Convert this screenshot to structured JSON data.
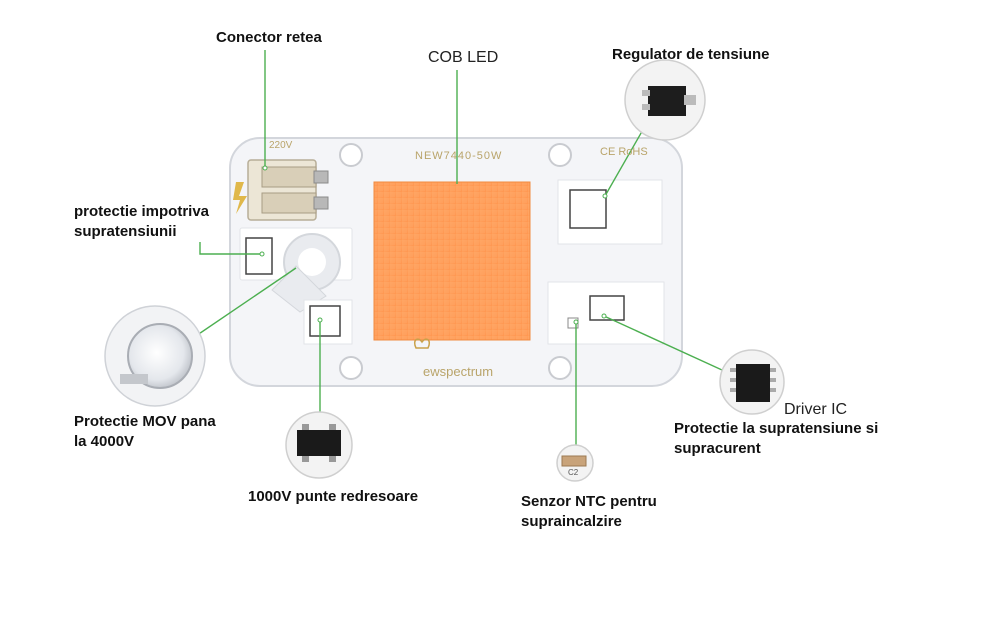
{
  "labels": {
    "conector_retea": "Conector retea",
    "cob_led": "COB LED",
    "regulator": "Regulator de tensiune",
    "protectie_supratensiune": [
      "protectie impotriva",
      "supratensiunii"
    ],
    "protectie_mov": [
      "Protectie MOV pana",
      "la 4000V"
    ],
    "punte": "1000V punte redresoare",
    "senzor_ntc": [
      "Senzor NTC pentru",
      "supraincalzire"
    ],
    "driver_ic": "Driver IC",
    "protectie_supracurent": [
      "Protectie la supratensiune si",
      "supracurent"
    ]
  },
  "board": {
    "voltage": "220V",
    "model": "NEW7440-50W",
    "cert": "CE RoHS",
    "brand": "ewspectrum",
    "ntc_code": "C2"
  },
  "colors": {
    "leader_line": "#4caf50",
    "led_panel": "#ff9f5e",
    "board": "#f4f5f8",
    "chip": "#1a1a1a"
  }
}
